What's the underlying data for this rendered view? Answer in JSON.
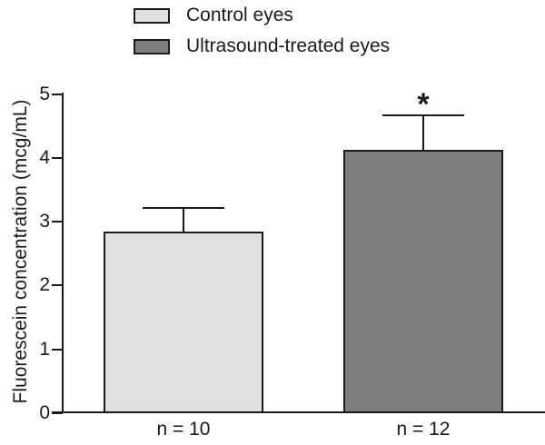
{
  "chart_data": {
    "type": "bar",
    "title": "",
    "xlabel": "",
    "ylabel": "Fluorescein concentration (mcg/mL)",
    "ylim": [
      0,
      5
    ],
    "ytick_values": [
      0,
      1,
      2,
      3,
      4,
      5
    ],
    "ytick_labels": [
      "0",
      "1",
      "2",
      "3",
      "4",
      "5"
    ],
    "grid": false,
    "legend_position": "top-center",
    "legend": [
      {
        "label": "Control eyes",
        "color": "#e0e0e0"
      },
      {
        "label": "Ultrasound-treated eyes",
        "color": "#7d7d7d"
      }
    ],
    "categories": [
      "n = 10",
      "n = 12"
    ],
    "values": [
      2.85,
      4.12
    ],
    "errors_upper": [
      0.37,
      0.55
    ],
    "bar_colors": [
      "#e0e0e0",
      "#7d7d7d"
    ],
    "significance_markers": [
      "",
      "*"
    ],
    "bar_edge_color": "#1a1a1a",
    "axis_color": "#1a1a1a"
  }
}
